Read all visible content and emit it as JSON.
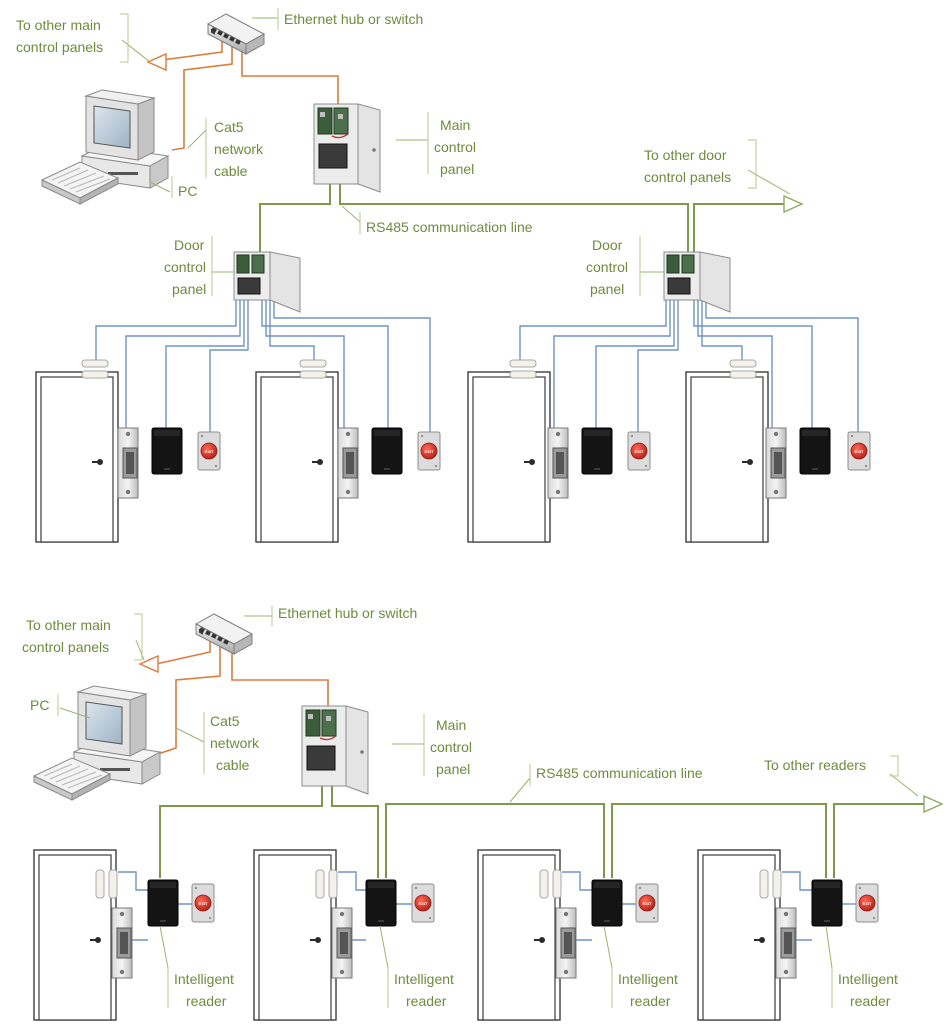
{
  "top": {
    "hub_label": "Ethernet hub or switch",
    "other_main_label": [
      "To other main",
      "control panels"
    ],
    "cat5_label": [
      "Cat5",
      "network",
      "cable"
    ],
    "pc_label": "PC",
    "main_panel_label": [
      "Main",
      "control",
      "panel"
    ],
    "rs485_label": "RS485 communication line",
    "other_door_label": [
      "To other door",
      "control panels"
    ],
    "door_panel_label": [
      "Door",
      "control",
      "panel"
    ]
  },
  "bottom": {
    "hub_label": "Ethernet hub or switch",
    "other_main_label": [
      "To other main",
      "control panels"
    ],
    "pc_label": "PC",
    "cat5_label": [
      "Cat5",
      "network",
      "cable"
    ],
    "main_panel_label": [
      "Main",
      "control",
      "panel"
    ],
    "rs485_label": "RS485 communication line",
    "other_readers_label": "To other readers",
    "reader_label": [
      "Intelligent",
      "reader"
    ]
  },
  "exit_button_text": "EXIT",
  "colors": {
    "label_text": "#6f8b3b",
    "ethernet_cable": "#e07b3a",
    "rs485_line": "#7c9a4a",
    "device_wire": "#6f94c8"
  }
}
